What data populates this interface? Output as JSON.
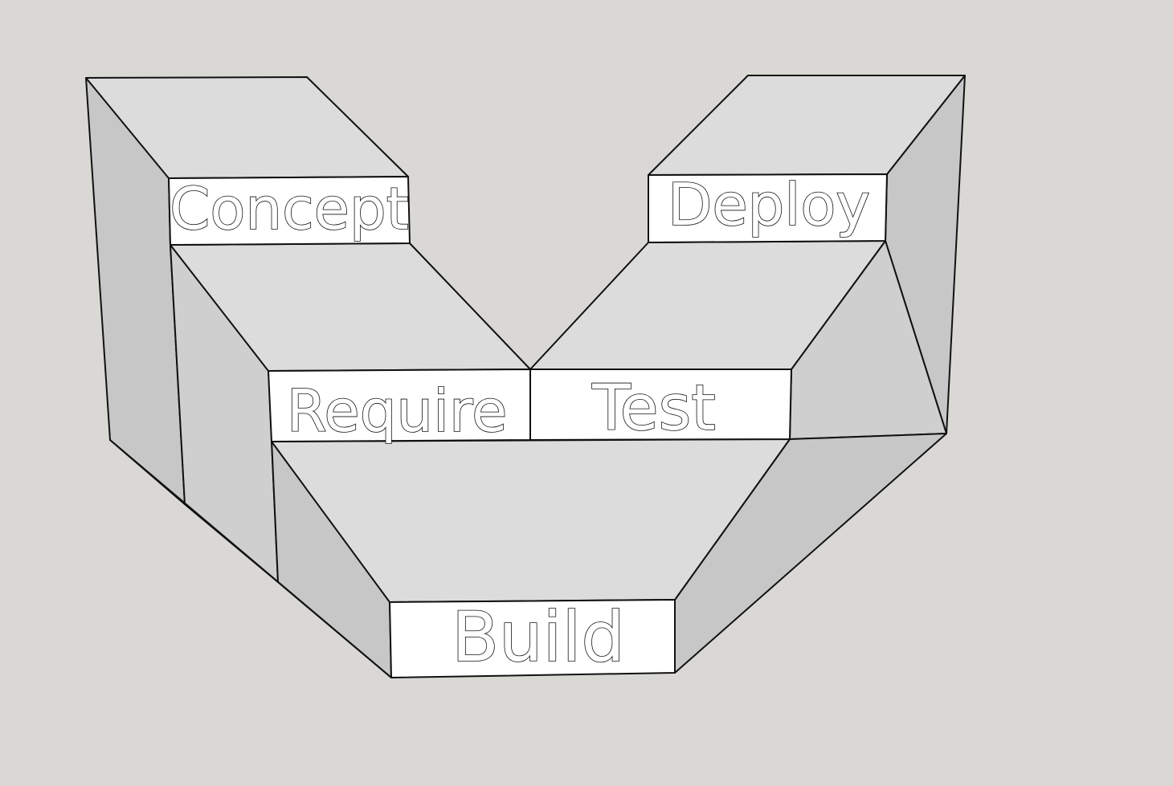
{
  "diagram": {
    "stages": [
      {
        "id": "concept",
        "label": "Concept"
      },
      {
        "id": "require",
        "label": "Require"
      },
      {
        "id": "build",
        "label": "Build"
      },
      {
        "id": "test",
        "label": "Test"
      },
      {
        "id": "deploy",
        "label": "Deploy"
      }
    ]
  },
  "colors": {
    "background": "#d9d8d4",
    "top_face": "#dcdcdc",
    "front_face": "#ffffff",
    "side_face": "#c7c7c7",
    "edge": "#111111"
  }
}
